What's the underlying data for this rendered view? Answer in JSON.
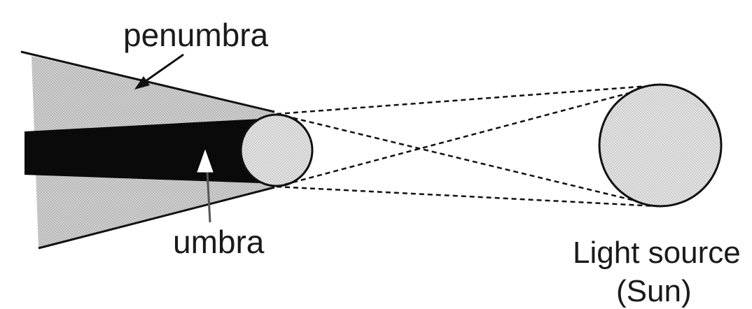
{
  "labels": {
    "penumbra": "penumbra",
    "umbra": "umbra",
    "light_source_line1": "Light source",
    "light_source_line2": "(Sun)"
  },
  "colors": {
    "background": "#ffffff",
    "penumbra_fill": "#c8c8c8",
    "umbra_fill": "#0a0a0a",
    "body_fill": "#d9d9d9",
    "stroke": "#111111"
  }
}
